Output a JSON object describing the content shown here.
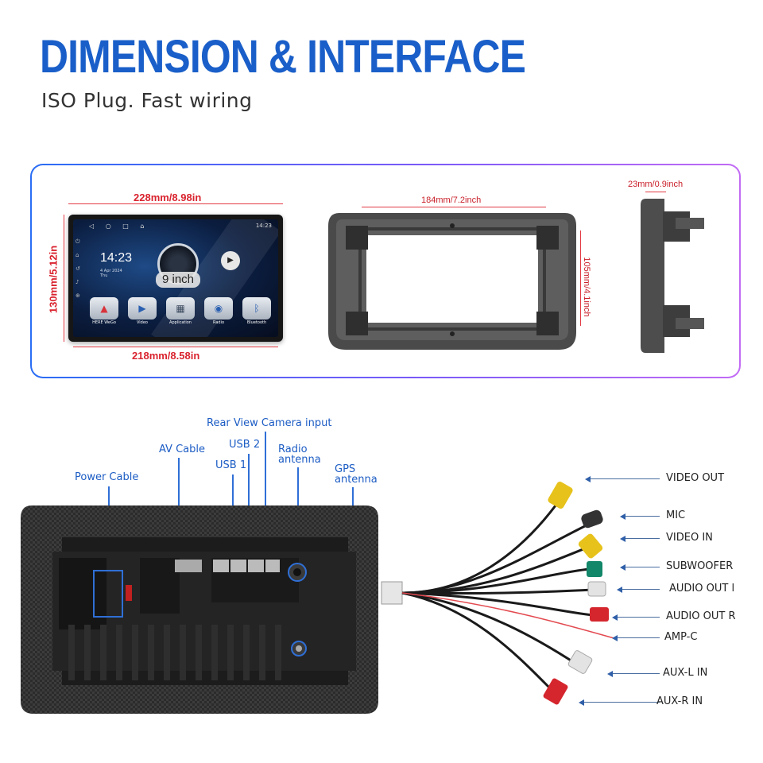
{
  "header": {
    "title": "DIMENSION & INTERFACE",
    "subtitle": "ISO Plug. Fast wiring"
  },
  "dimensions": {
    "screen_width": "228mm/8.98in",
    "screen_height": "130mm/5.12in",
    "screen_bottom_width": "218mm/8.58in",
    "frame_width": "184mm/7.2inch",
    "frame_height": "105mm/4.1inch",
    "depth": "23mm/0.9inch"
  },
  "screen": {
    "time": "14:23",
    "date": "4 Apr 2024",
    "day": "Thu",
    "size_badge": "9 inch",
    "status_time": "14:23",
    "apps": [
      {
        "label": "HERE WeGo",
        "icon": "here-wego-icon",
        "glyph": "▲",
        "color": "#d8333b"
      },
      {
        "label": "Video",
        "icon": "video-icon",
        "glyph": "▶",
        "color": "#2a5fb0"
      },
      {
        "label": "Application",
        "icon": "application-icon",
        "glyph": "▦",
        "color": "#3b4a5e"
      },
      {
        "label": "Radio",
        "icon": "radio-icon",
        "glyph": "◉",
        "color": "#2a5fb0"
      },
      {
        "label": "Bluetooth",
        "icon": "bluetooth-icon",
        "glyph": "ᛒ",
        "color": "#2a5fb0"
      }
    ]
  },
  "back_panel": {
    "labels": {
      "power_cable": "Power Cable",
      "av_cable": "AV Cable",
      "usb1": "USB 1",
      "usb2": "USB 2",
      "rear_camera": "Rear View Camera input",
      "radio_antenna_1": "Radio",
      "radio_antenna_2": "antenna",
      "gps_antenna_1": "GPS",
      "gps_antenna_2": "antenna"
    }
  },
  "harness": {
    "labels": [
      "VIDEO OUT",
      "MIC",
      "VIDEO IN",
      "SUBWOOFER",
      "AUDIO OUT l",
      "AUDIO OUT R",
      "AMP-C",
      "AUX-L IN",
      "AUX-R IN"
    ]
  },
  "colors": {
    "title_blue": "#1a5fc9",
    "dimension_red": "#d9232e",
    "callout_blue": "#2f6fd6",
    "panel_gradient_start": "#2a6df4",
    "panel_gradient_end": "#c26bf5"
  }
}
